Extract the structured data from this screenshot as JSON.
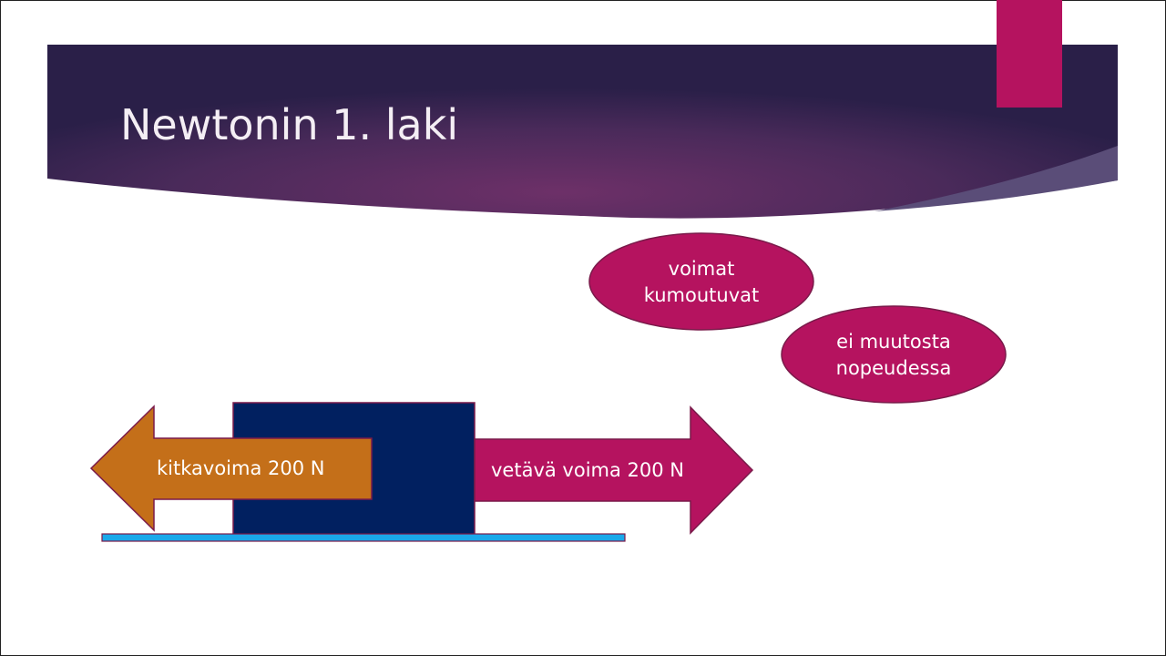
{
  "slide": {
    "title": "Newtonin 1. laki",
    "friction_arrow_label": "kitkavoima 200 N",
    "pull_arrow_label": "vetävä voima 200 N",
    "bubble_1": {
      "line1": "voimat",
      "line2": "kumoutuvat"
    },
    "bubble_2": {
      "line1": "ei muutosta",
      "line2": "nopeudessa"
    }
  },
  "colors": {
    "accent": "#b5135f",
    "friction": "#c46f19",
    "block": "#012060",
    "ground": "#1aa8ea",
    "header_dark": "#2b1f48",
    "header_mid": "#6a2f67"
  }
}
